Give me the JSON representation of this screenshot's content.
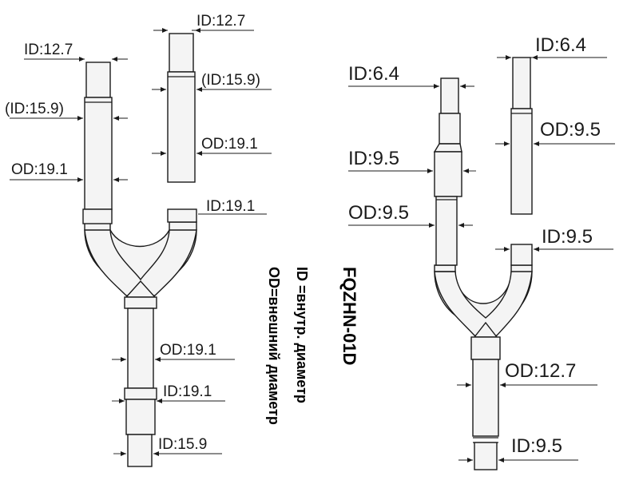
{
  "legend": {
    "model": "FQZHN-01D",
    "id_note": "ID =внутр. диаметр",
    "od_note": "OD=внешний диаметр"
  },
  "left_fitting": {
    "branch_left_top": "ID:12.7",
    "branch_left_mid": "(ID:15.9)",
    "branch_left_od": "OD:19.1",
    "branch_right_top": "ID:12.7",
    "branch_right_mid": "(ID:15.9)",
    "branch_right_od": "OD:19.1",
    "branch_right_stub": "ID:19.1",
    "trunk_od": "OD:19.1",
    "trunk_id": "ID:19.1",
    "trunk_bottom": "ID:15.9"
  },
  "right_fitting": {
    "branch_left_top": "ID:6.4",
    "branch_left_mid": "ID:9.5",
    "branch_left_od": "OD:9.5",
    "branch_right_top": "ID:6.4",
    "branch_right_od": "OD:9.5",
    "branch_right_stub": "ID:9.5",
    "trunk_od": "OD:12.7",
    "trunk_bottom": "ID:9.5"
  }
}
